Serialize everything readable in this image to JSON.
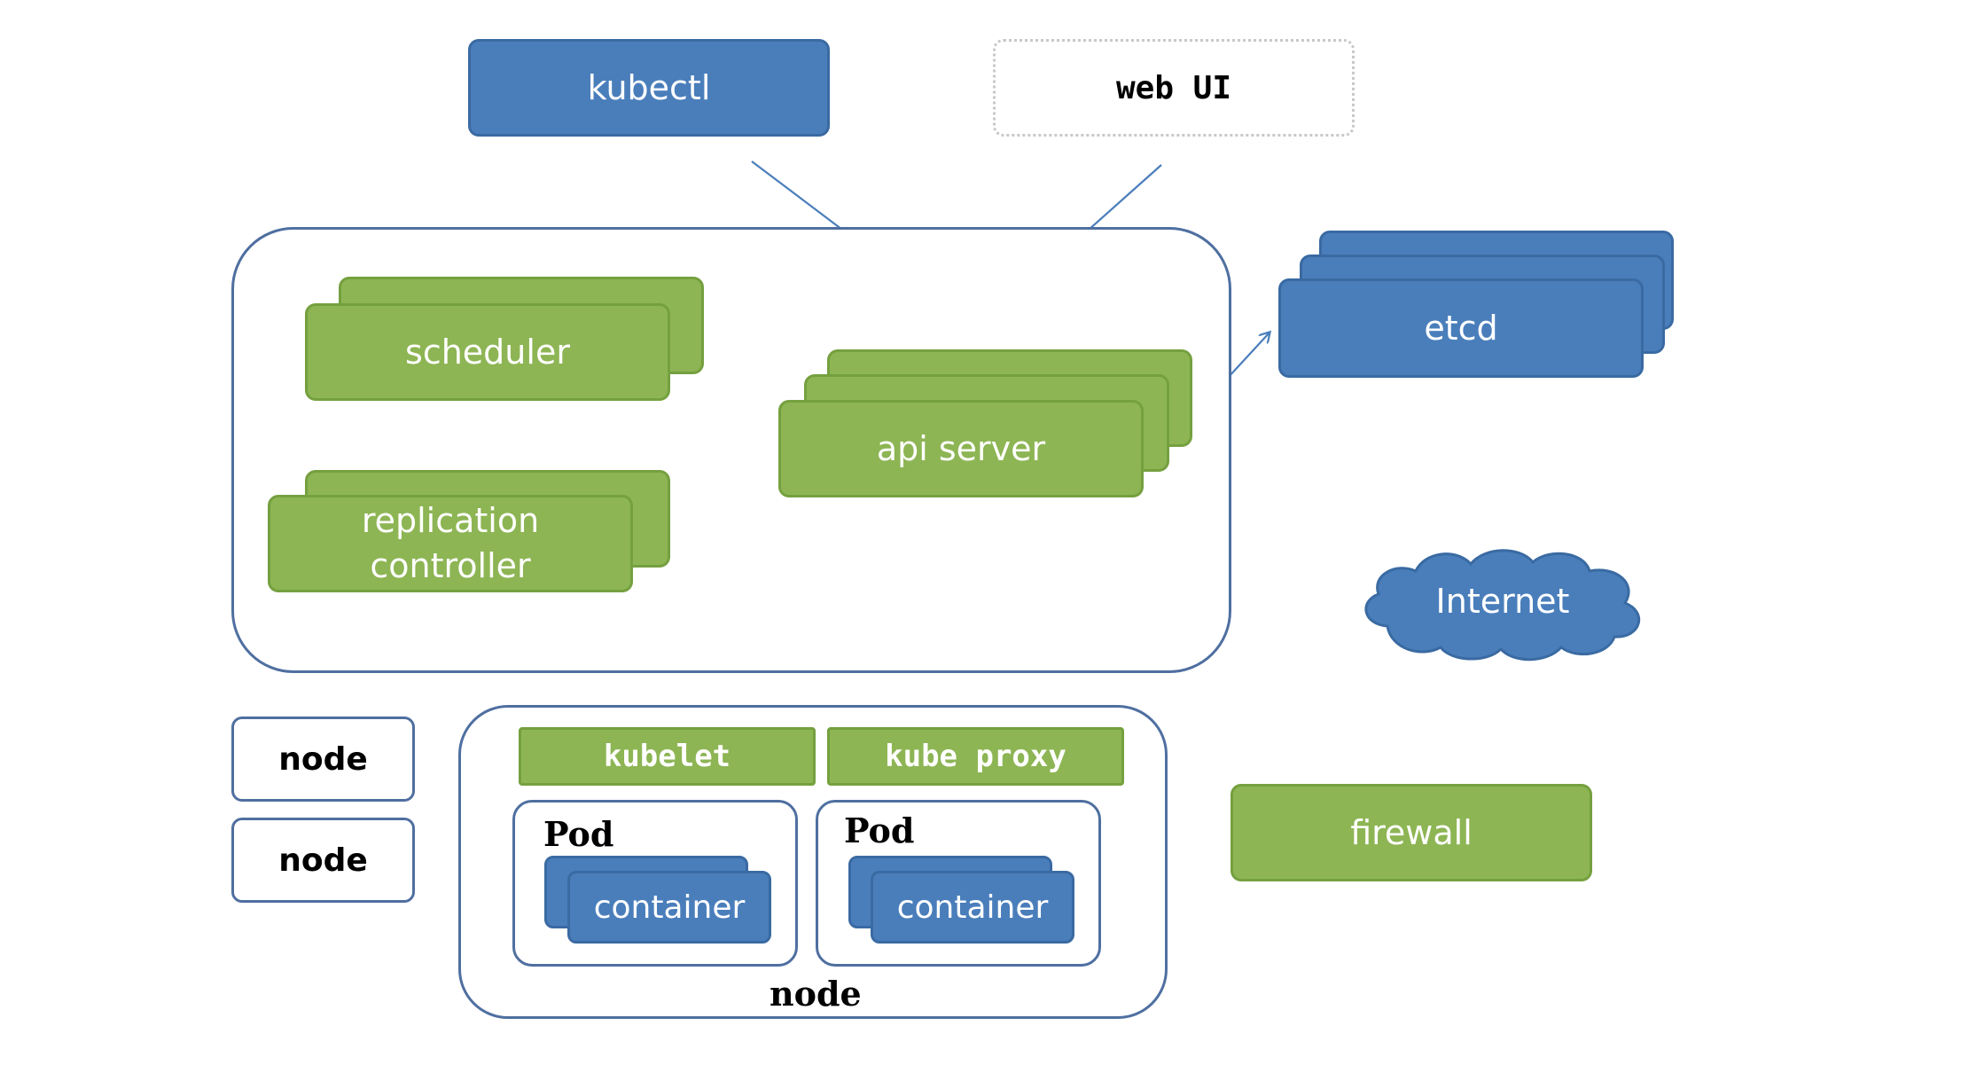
{
  "client": {
    "kubectl": "kubectl",
    "webui": "web UI"
  },
  "master": {
    "scheduler": "scheduler",
    "replication_line1": "replication",
    "replication_line2": "controller",
    "apiserver": "api server"
  },
  "external": {
    "etcd": "etcd",
    "internet": "Internet",
    "firewall": "firewall"
  },
  "nodes": {
    "node_a": "node",
    "node_b": "node",
    "kubelet": "kubelet",
    "kube_proxy": "kube proxy",
    "pod_a": "Pod",
    "pod_b": "Pod",
    "container_a": "container",
    "container_b": "container",
    "node_label": "node"
  },
  "colors": {
    "blue": "#4a7ebb",
    "green": "#8db554",
    "outline": "#4f6fa0",
    "arrow": "#4a7ebb"
  }
}
